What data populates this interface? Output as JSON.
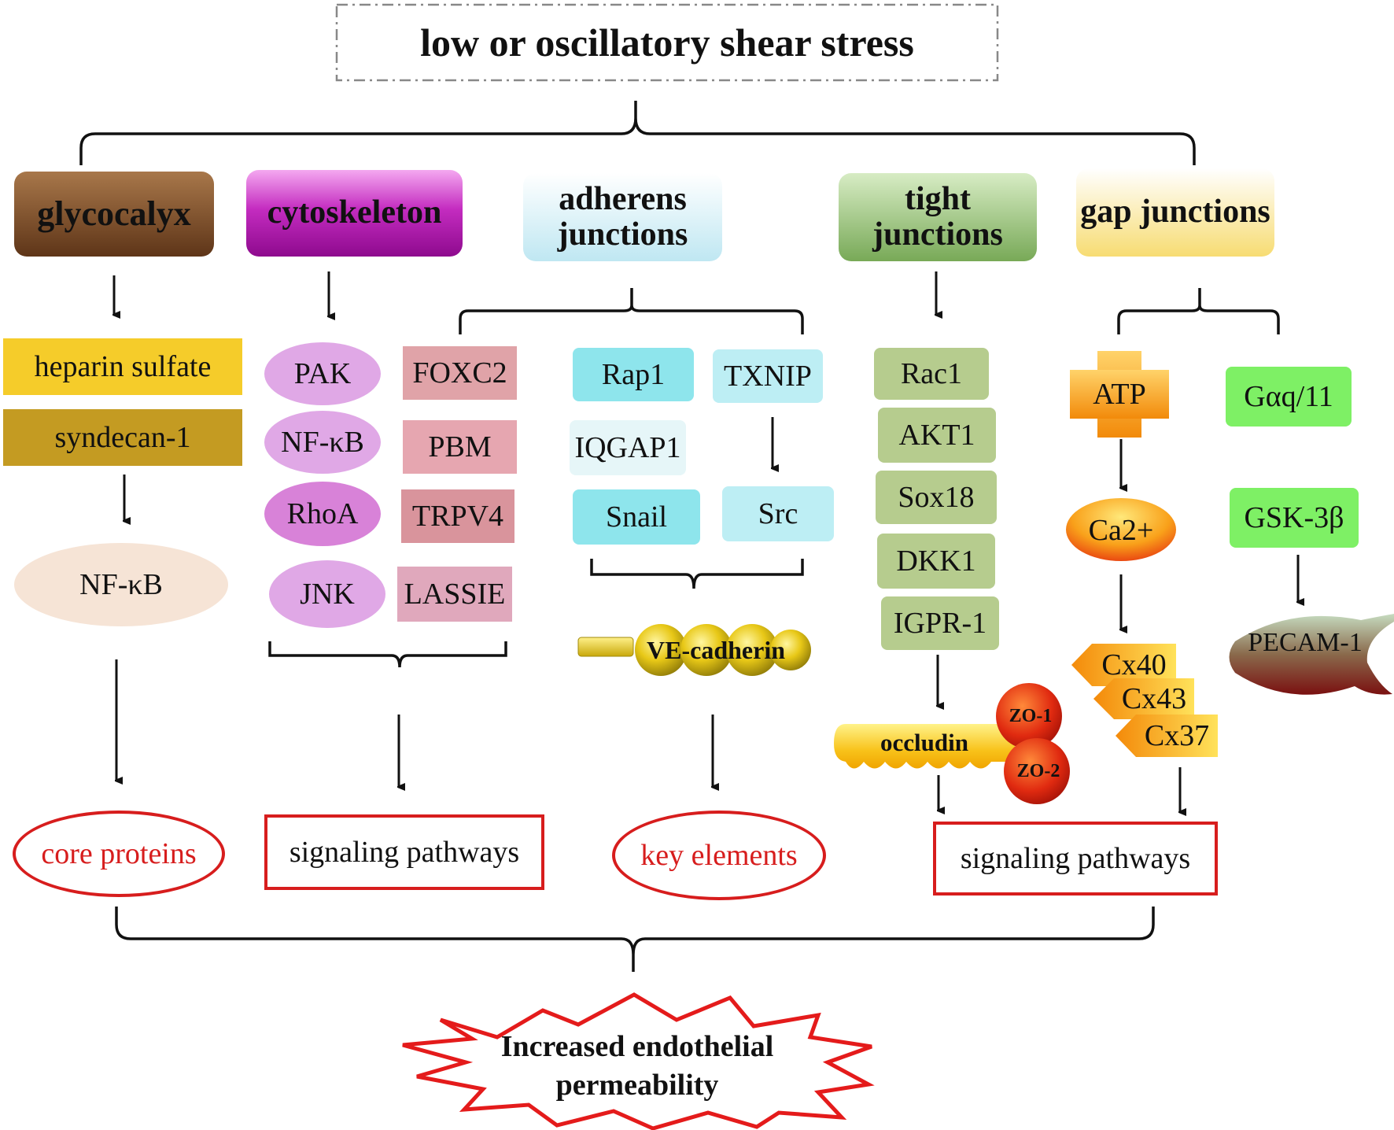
{
  "title": "low or oscillatory shear stress",
  "categories": {
    "glycocalyx": "glycocalyx",
    "cytoskeleton": "cytoskeleton",
    "adherens": "adherens junctions",
    "tight": "tight junctions",
    "gap": "gap junctions"
  },
  "glycocalyx": {
    "items": [
      "heparin sulfate",
      "syndecan-1",
      "NF-κB"
    ],
    "outcome": "core proteins"
  },
  "cytoskeleton": {
    "left": [
      "PAK",
      "NF-κB",
      "RhoA",
      "JNK"
    ],
    "right": [
      "FOXC2",
      "PBM",
      "TRPV4",
      "LASSIE"
    ],
    "outcome": "signaling pathways"
  },
  "adherens": {
    "items": [
      "Rap1",
      "TXNIP",
      "IQGAP1",
      "Snail",
      "Src"
    ],
    "molecule": "VE-cadherin",
    "outcome": "key elements"
  },
  "tight": {
    "items": [
      "Rac1",
      "AKT1",
      "Sox18",
      "DKK1",
      "IGPR-1"
    ],
    "molecule": "occludin",
    "zo": [
      "ZO-1",
      "ZO-2"
    ]
  },
  "gap": {
    "atp": "ATP",
    "ca": "Ca2+",
    "connexins": [
      "Cx40",
      "Cx43",
      "Cx37"
    ],
    "gq": "Gαq/11",
    "gsk": "GSK-3β",
    "pecam": "PECAM-1"
  },
  "shared_outcome": "signaling pathways",
  "final": "Increased endothelial permeability",
  "colors": {
    "glycocalyx": "#7a4a2a",
    "cytoskeleton": "#b018b0",
    "adherens": "#cfeef6",
    "tight": "#7fae5a",
    "gap": "#fbe99a",
    "outcome_red": "#d71d1d"
  }
}
